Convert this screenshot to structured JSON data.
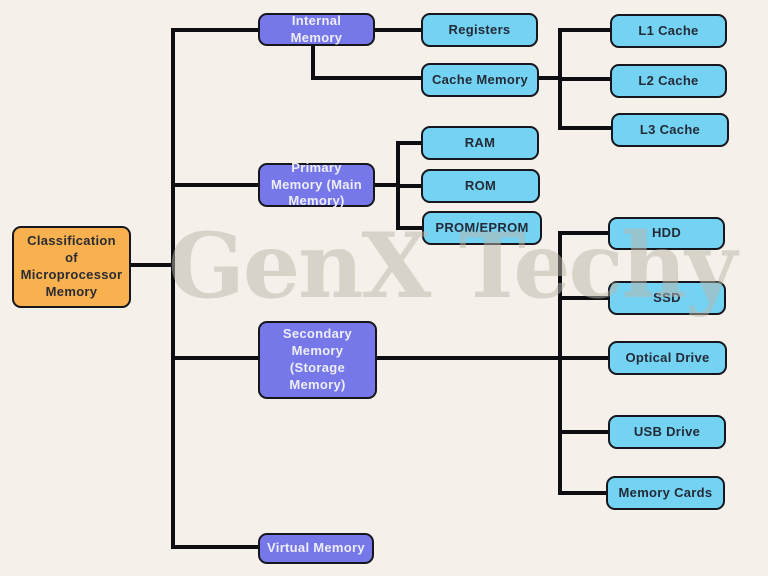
{
  "diagram": {
    "watermark": "GenX Techy",
    "root": {
      "label": "Classification of Microprocessor Memory"
    },
    "level1": {
      "internal": {
        "label": "Internal Memory"
      },
      "primary": {
        "label": "Primary Memory (Main Memory)"
      },
      "secondary": {
        "label": "Secondary Memory (Storage Memory)"
      },
      "virtual": {
        "label": "Virtual Memory"
      }
    },
    "internal_children": {
      "registers": {
        "label": "Registers"
      },
      "cache": {
        "label": "Cache Memory"
      }
    },
    "cache_children": {
      "l1": {
        "label": "L1 Cache"
      },
      "l2": {
        "label": "L2 Cache"
      },
      "l3": {
        "label": "L3 Cache"
      }
    },
    "primary_children": {
      "ram": {
        "label": "RAM"
      },
      "rom": {
        "label": "ROM"
      },
      "prom": {
        "label": "PROM/EPROM"
      }
    },
    "secondary_children": {
      "hdd": {
        "label": "HDD"
      },
      "ssd": {
        "label": "SSD"
      },
      "optical": {
        "label": "Optical Drive"
      },
      "usb": {
        "label": "USB Drive"
      },
      "memory_cards": {
        "label": "Memory Cards"
      }
    },
    "colors": {
      "background": "#f5f0e9",
      "root_box": "#f8b14e",
      "category_box": "#7678e9",
      "leaf_box": "#74d2f2",
      "line": "#0e0e12",
      "watermark": "#dcd8d0"
    }
  }
}
